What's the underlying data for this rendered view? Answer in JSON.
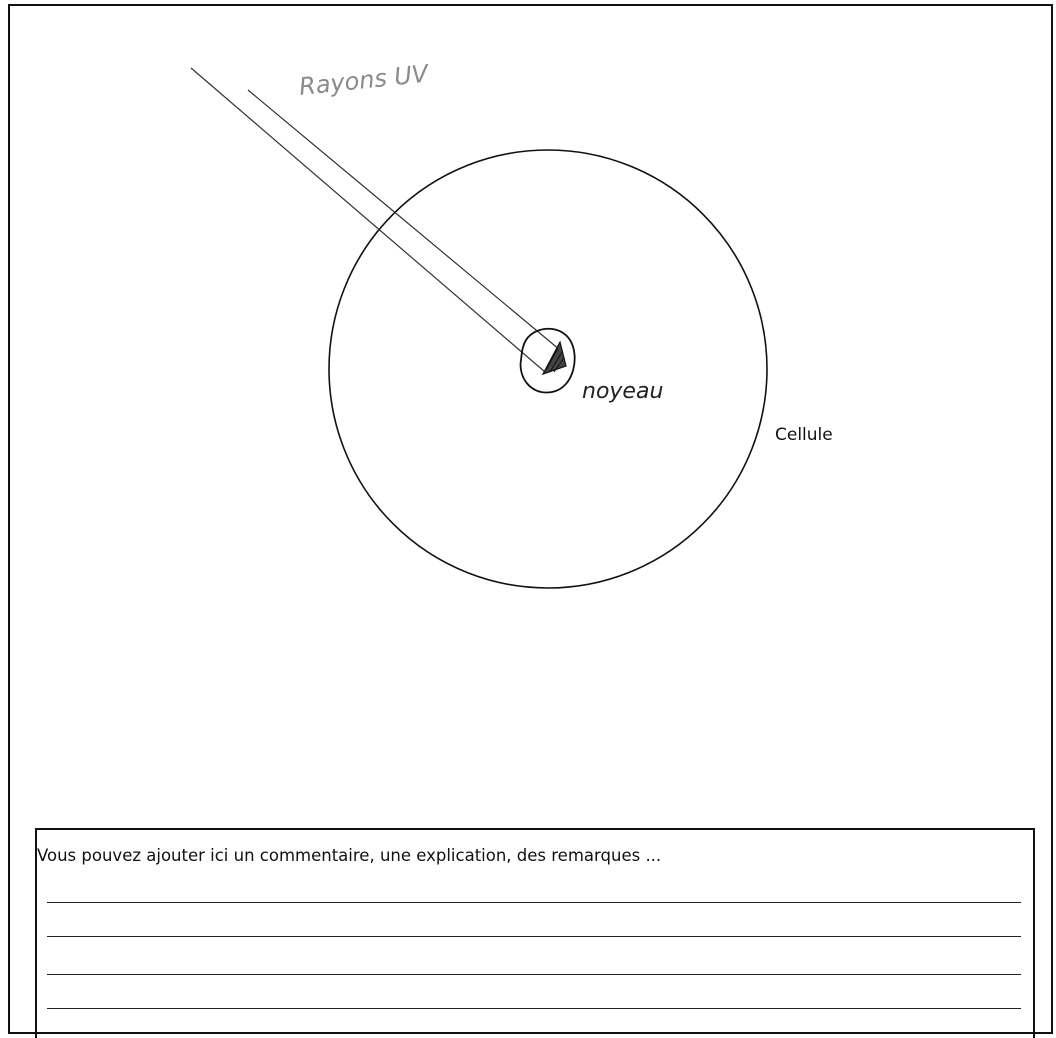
{
  "labels": {
    "rays": "Rayons UV",
    "nucleus": "noyeau",
    "cell": "Cellule"
  },
  "comment_section": {
    "prompt": "Vous pouvez ajouter ici un commentaire, une explication, des remarques ..."
  }
}
